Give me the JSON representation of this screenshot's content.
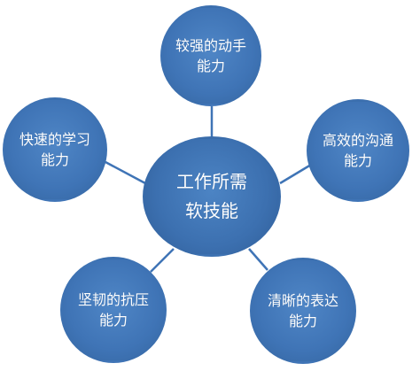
{
  "colors": {
    "node_fill": "#3f74b6",
    "connector": "#3f74b6",
    "text": "#ffffff",
    "background": "#ffffff"
  },
  "center": {
    "line1": "工作所需",
    "line2": "软技能"
  },
  "skills": {
    "top": {
      "line1": "较强的动手",
      "line2": "能力"
    },
    "right": {
      "line1": "高效的沟通",
      "line2": "能力"
    },
    "left": {
      "line1": "快速的学习",
      "line2": "能力"
    },
    "bottom_left": {
      "line1": "坚韧的抗压",
      "line2": "能力"
    },
    "bottom_right": {
      "line1": "清晰的表达",
      "line2": "能力"
    }
  }
}
